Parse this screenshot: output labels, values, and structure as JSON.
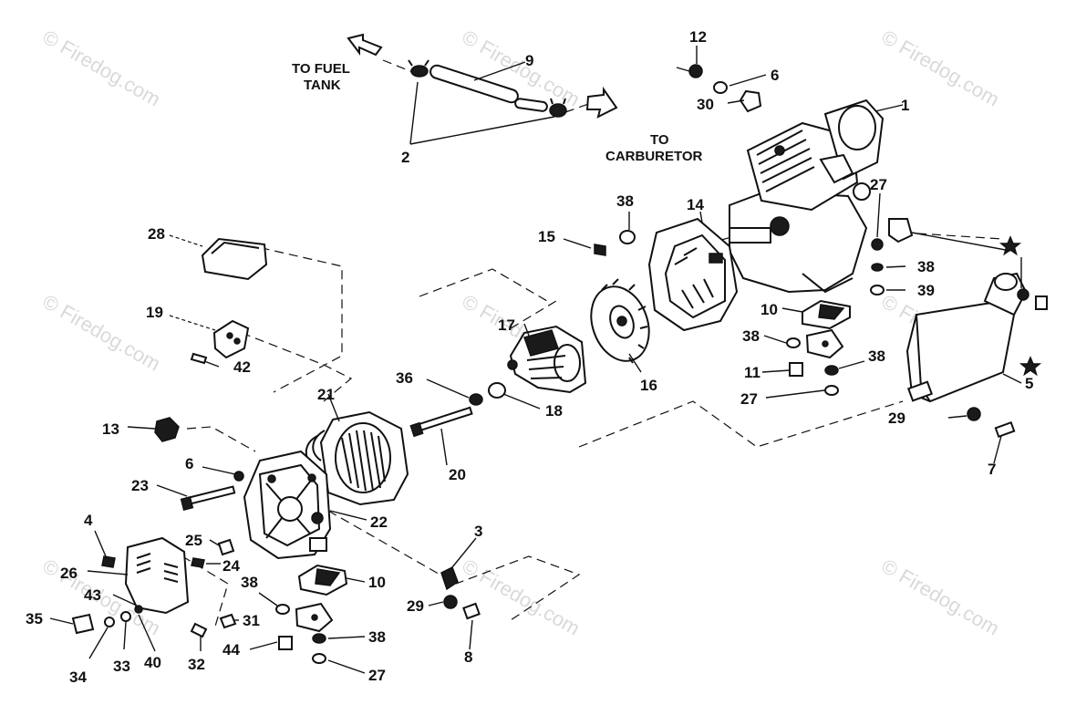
{
  "captions": {
    "fuel_tank": [
      "TO FUEL",
      "TANK"
    ],
    "carburetor": [
      "TO",
      "CARBURETOR"
    ]
  },
  "watermark": "© Firedog.com",
  "labels": {
    "l1": "1",
    "l2": "2",
    "l3": "3",
    "l4": "4",
    "l5": "5",
    "l6a": "6",
    "l6b": "6",
    "l7": "7",
    "l8": "8",
    "l9": "9",
    "l10a": "10",
    "l10b": "10",
    "l11": "11",
    "l12": "12",
    "l13": "13",
    "l14": "14",
    "l15": "15",
    "l16": "16",
    "l17": "17",
    "l18": "18",
    "l19": "19",
    "l20": "20",
    "l21": "21",
    "l22": "22",
    "l23": "23",
    "l24": "24",
    "l25": "25",
    "l26": "26",
    "l27a": "27",
    "l27b": "27",
    "l27c": "27",
    "l28": "28",
    "l29a": "29",
    "l29b": "29",
    "l30": "30",
    "l31": "31",
    "l32": "32",
    "l33": "33",
    "l34": "34",
    "l35": "35",
    "l36": "36",
    "l38a": "38",
    "l38b": "38",
    "l38c": "38",
    "l38d": "38",
    "l38e": "38",
    "l38f": "38",
    "l39": "39",
    "l40": "40",
    "l42": "42",
    "l43": "43",
    "l44": "44"
  }
}
